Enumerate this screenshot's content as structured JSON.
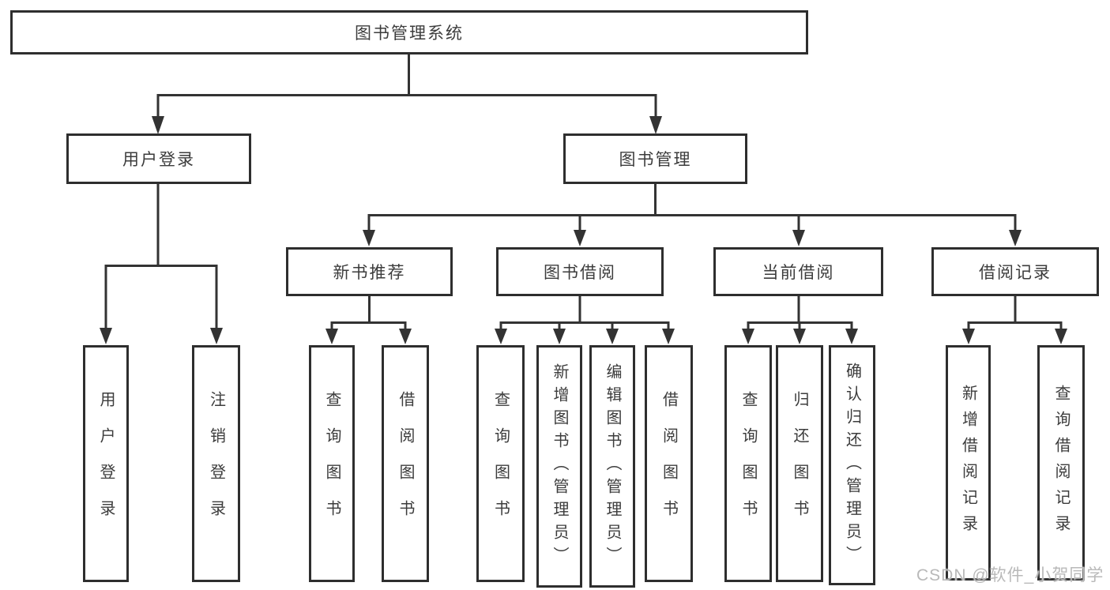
{
  "tree": {
    "root": {
      "label": "图书管理系统"
    },
    "branches": [
      {
        "label": "用户登录",
        "children": [
          {
            "label": "用户登录"
          },
          {
            "label": "注销登录"
          }
        ]
      },
      {
        "label": "图书管理",
        "sections": [
          {
            "label": "新书推荐",
            "children": [
              {
                "label": "查询图书"
              },
              {
                "label": "借阅图书"
              }
            ]
          },
          {
            "label": "图书借阅",
            "children": [
              {
                "label": "查询图书"
              },
              {
                "label": "新增图书（管理员）"
              },
              {
                "label": "编辑图书（管理员）"
              },
              {
                "label": "借阅图书"
              }
            ]
          },
          {
            "label": "当前借阅",
            "children": [
              {
                "label": "查询图书"
              },
              {
                "label": "归还图书"
              },
              {
                "label": "确认归还（管理员）"
              }
            ]
          },
          {
            "label": "借阅记录",
            "children": [
              {
                "label": "新增借阅记录"
              },
              {
                "label": "查询借阅记录"
              }
            ]
          }
        ]
      }
    ]
  },
  "watermark": {
    "text": "CSDN @软件_小贺同学"
  },
  "colors": {
    "line": "#333333",
    "box_border": "#2e2e2e",
    "text": "#3c3c3c",
    "watermark": "#b9b9b9",
    "background": "#ffffff"
  }
}
